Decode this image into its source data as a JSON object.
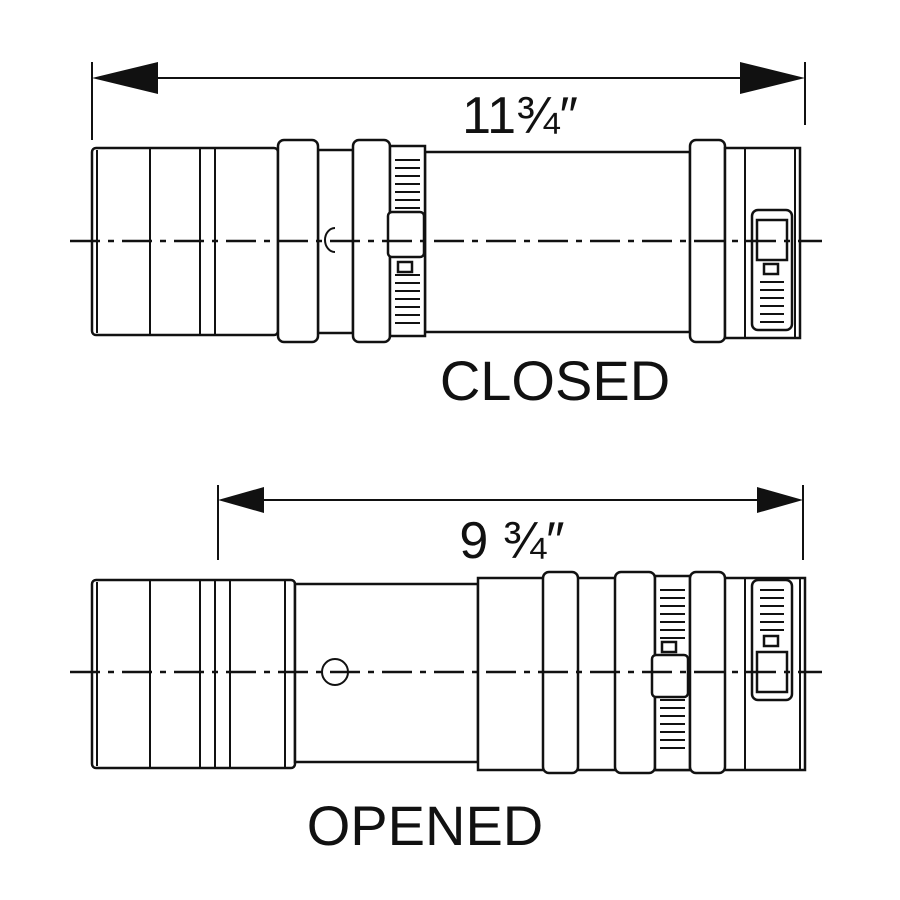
{
  "closed": {
    "dimension": "11¾″",
    "label": "CLOSED"
  },
  "opened": {
    "dimension": "9 ¾″",
    "label": "OPENED"
  },
  "colors": {
    "line": "#111111",
    "background": "#ffffff"
  }
}
